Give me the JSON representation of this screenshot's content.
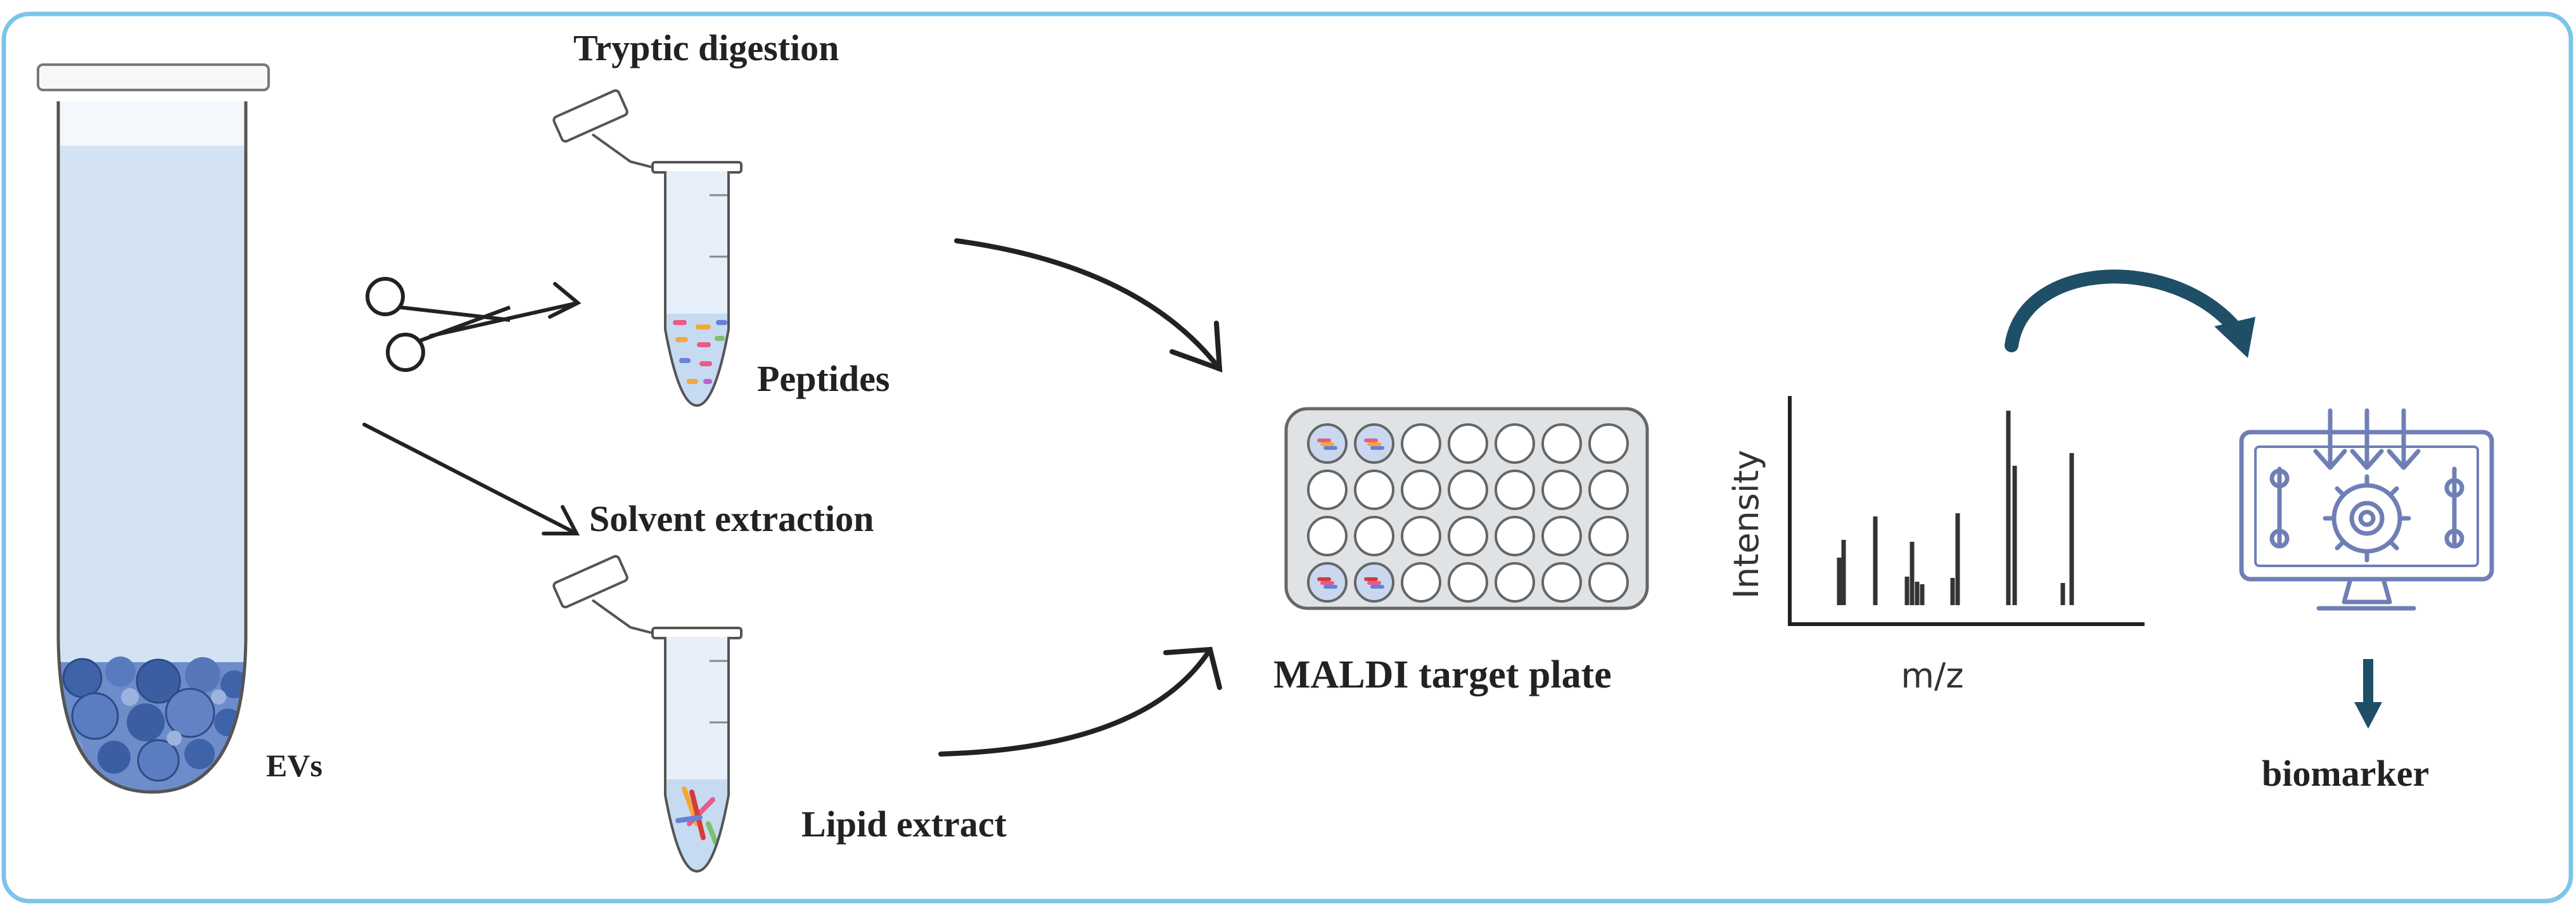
{
  "labels": {
    "tryptic_digestion": "Tryptic digestion",
    "peptides": "Peptides",
    "solvent_extraction": "Solvent extraction",
    "lipid_extract": "Lipid extract",
    "evs": "EVs",
    "maldi_target_plate": "MALDI target plate",
    "biomarker": "biomarker"
  },
  "spectrum": {
    "ylabel": "Intensity",
    "xlabel": "m/z"
  },
  "colors": {
    "frame": "#7cc4ea",
    "tube_fill": "#d4e3f4",
    "ev_blue": "#4a6fb5",
    "plate_fill": "#dfe3e6",
    "monitor": "#6f7fb6",
    "arrow_dark": "#1f4e67",
    "stroke": "#222222"
  }
}
